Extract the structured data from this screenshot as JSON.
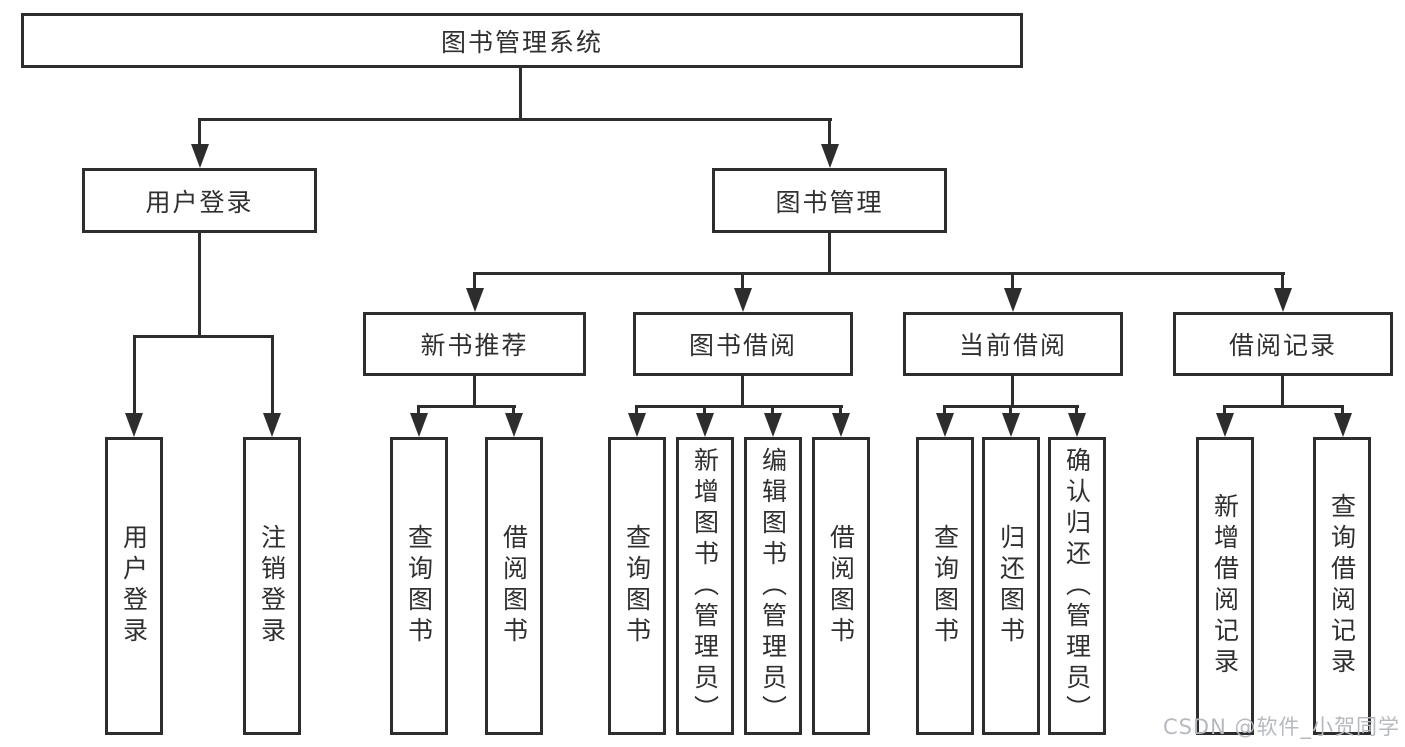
{
  "diagram": {
    "title": "图书管理系统",
    "level2": {
      "login": "用户登录",
      "management": "图书管理"
    },
    "level3": {
      "new_books": "新书推荐",
      "borrowing": "图书借阅",
      "current": "当前借阅",
      "records": "借阅记录"
    },
    "level4": {
      "login": [
        "用户登录",
        "注销登录"
      ],
      "new_books": [
        "查询图书",
        "借阅图书"
      ],
      "borrowing": [
        "查询图书",
        "新增图书（管理员）",
        "编辑图书（管理员）",
        "借阅图书"
      ],
      "current": [
        "查询图书",
        "归还图书",
        "确认归还（管理员）"
      ],
      "records": [
        "新增借阅记录",
        "查询借阅记录"
      ]
    },
    "watermark": "CSDN @软件_小贺同学",
    "colors": {
      "line": "#2d2d2d",
      "text": "#303030",
      "watermark": "#b6babf",
      "background": "#ffffff"
    }
  }
}
